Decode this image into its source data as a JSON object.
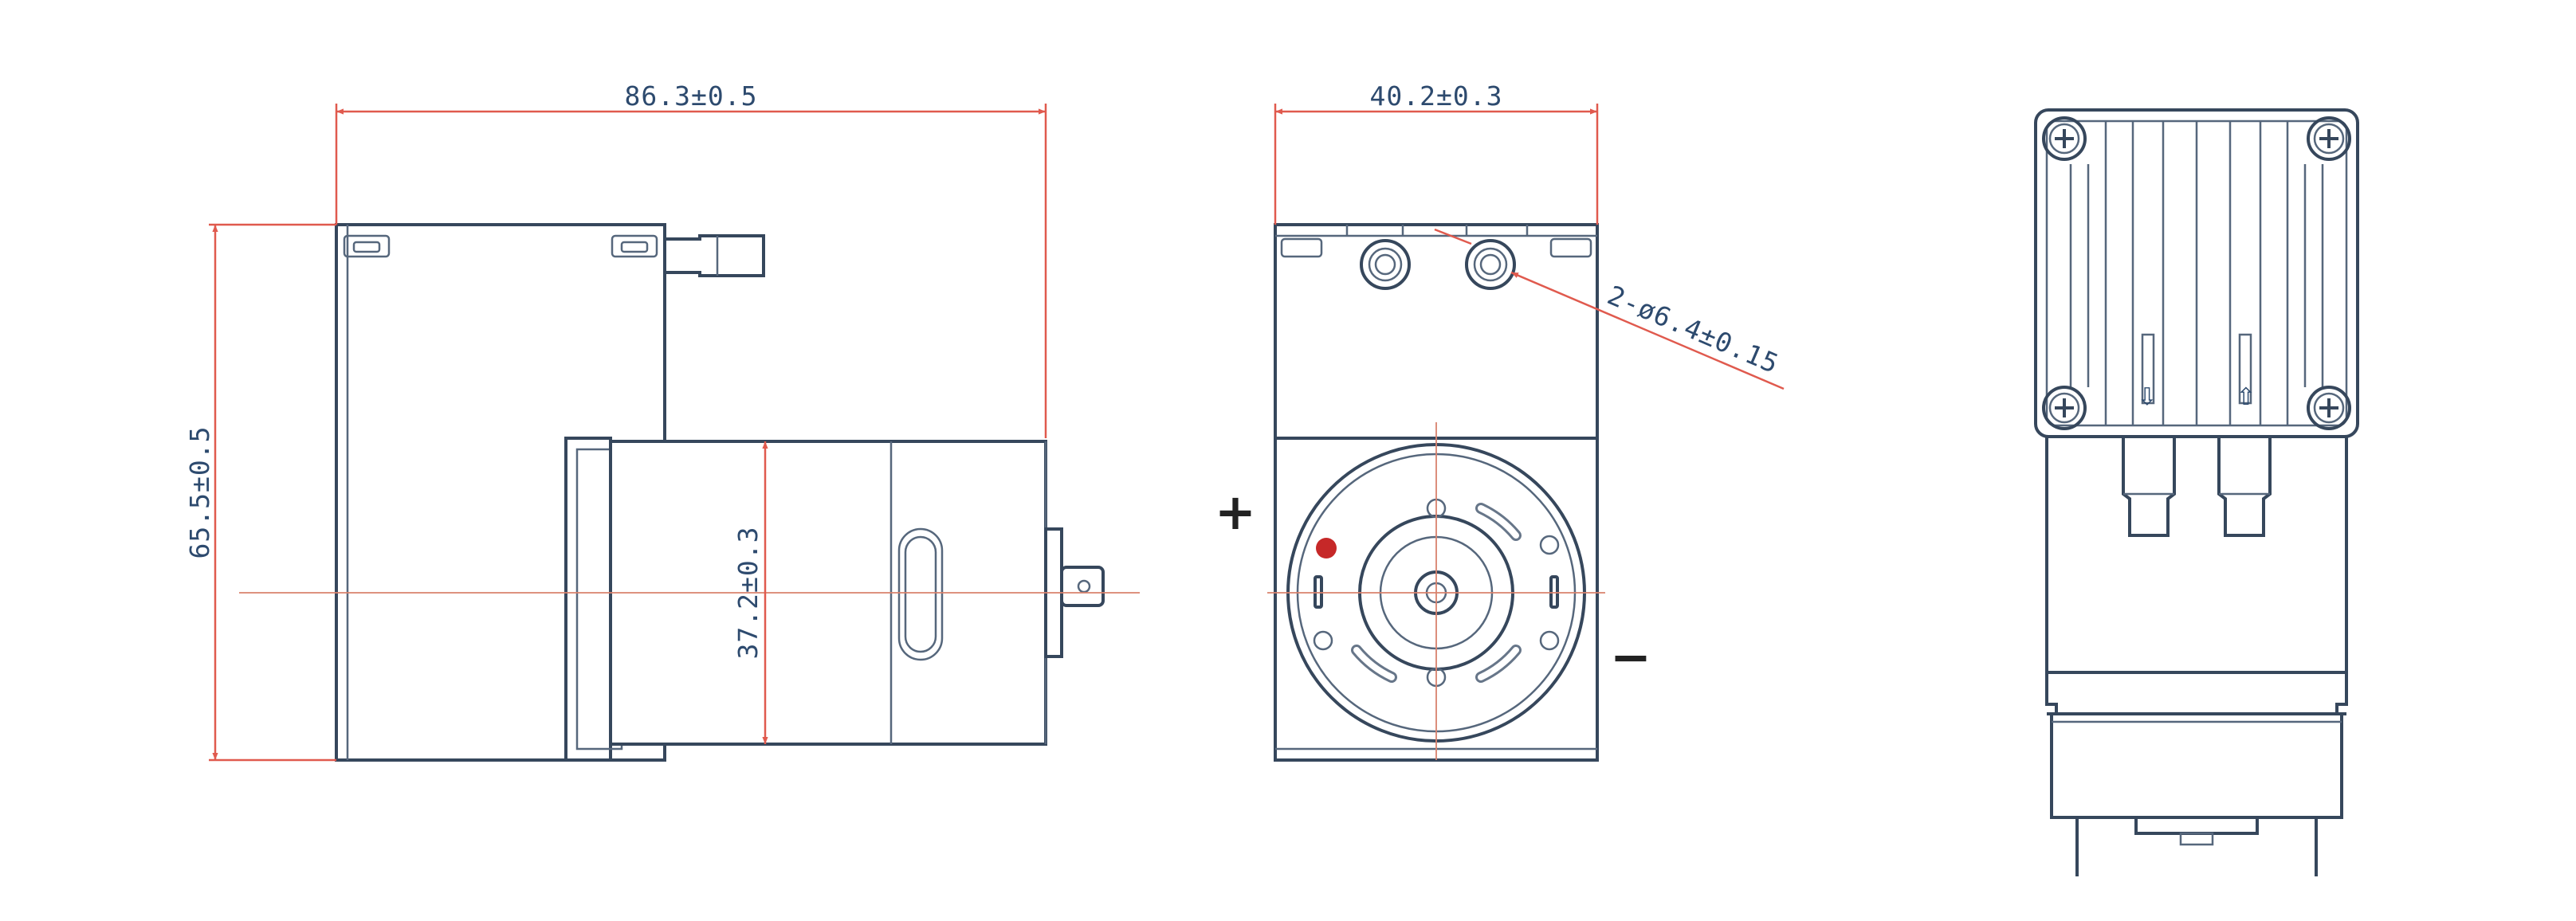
{
  "drawing": {
    "views": [
      "side-view",
      "front-view",
      "top-view"
    ],
    "dimensions": {
      "overall_length": "86.3±0.5",
      "overall_height": "65.5±0.5",
      "motor_diameter": "37.2±0.3",
      "front_width": "40.2±0.3",
      "port_holes": "2-ø6.4±0.15"
    },
    "terminals": {
      "positive": "+",
      "negative": "−"
    },
    "flow_arrows": {
      "inlet": "⇩",
      "outlet": "⇧"
    },
    "colors": {
      "outline": "#36475c",
      "dimension_line": "#e05a4e",
      "dimension_text": "#2d4a6e",
      "terminal_marker": "#c62828"
    }
  }
}
